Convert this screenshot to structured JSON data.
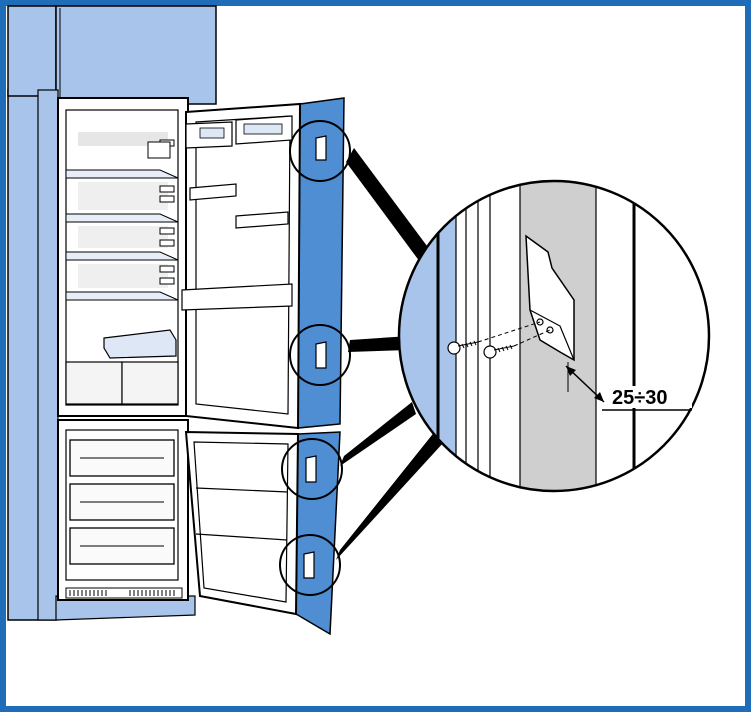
{
  "diagram": {
    "dimension_label": "25÷30",
    "colors": {
      "frame": "#1f6db8",
      "cabinet_blue": "#a9c4ea",
      "door_panel_blue": "#4f8ed3",
      "outline": "#000000",
      "background": "#ffffff",
      "detail_grey": "#cfcfcf"
    },
    "callouts": [
      {
        "id": "hinge-1",
        "enlarged": true
      },
      {
        "id": "hinge-2",
        "enlarged": true
      },
      {
        "id": "hinge-3",
        "enlarged": true
      },
      {
        "id": "hinge-4",
        "enlarged": true
      }
    ]
  }
}
